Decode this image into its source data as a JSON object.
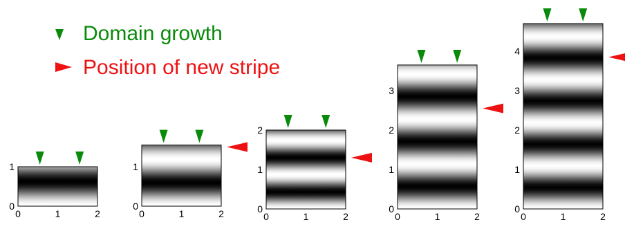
{
  "legend": {
    "growth_label": "Domain growth",
    "stripe_label": "Position of new stripe"
  },
  "colors": {
    "growth": "#0a8a0a",
    "stripe": "#ee1111",
    "dark": "#000000",
    "light": "#ffffff"
  },
  "panels": [
    {
      "name": "panel-1",
      "height": 1.0,
      "stripe_periods": 0.8,
      "y_ticks": [
        "0",
        "1"
      ],
      "x_ticks": [
        "0",
        "1",
        "2"
      ],
      "growth_marks": [
        0.55,
        1.55
      ],
      "new_stripe_at": null
    },
    {
      "name": "panel-2",
      "height": 1.55,
      "stripe_periods": 1.3,
      "y_ticks": [
        "0",
        "1"
      ],
      "x_ticks": [
        "0",
        "1",
        "2"
      ],
      "growth_marks": [
        0.55,
        1.45
      ],
      "new_stripe_at": 1.5
    },
    {
      "name": "panel-3",
      "height": 2.0,
      "stripe_periods": 2.3,
      "y_ticks": [
        "0",
        "1",
        "2"
      ],
      "x_ticks": [
        "0",
        "1",
        "2"
      ],
      "growth_marks": [
        0.55,
        1.5
      ],
      "new_stripe_at": 1.3
    },
    {
      "name": "panel-4",
      "height": 3.65,
      "stripe_periods": 3.2,
      "y_ticks": [
        "0",
        "1",
        "2",
        "3"
      ],
      "x_ticks": [
        "0",
        "1",
        "2"
      ],
      "growth_marks": [
        0.6,
        1.5
      ],
      "new_stripe_at": 2.55
    },
    {
      "name": "panel-5",
      "height": 4.7,
      "stripe_periods": 4.3,
      "y_ticks": [
        "0",
        "1",
        "2",
        "3",
        "4"
      ],
      "x_ticks": [
        "0",
        "1",
        "2"
      ],
      "growth_marks": [
        0.6,
        1.5
      ],
      "new_stripe_at": 3.85
    }
  ]
}
